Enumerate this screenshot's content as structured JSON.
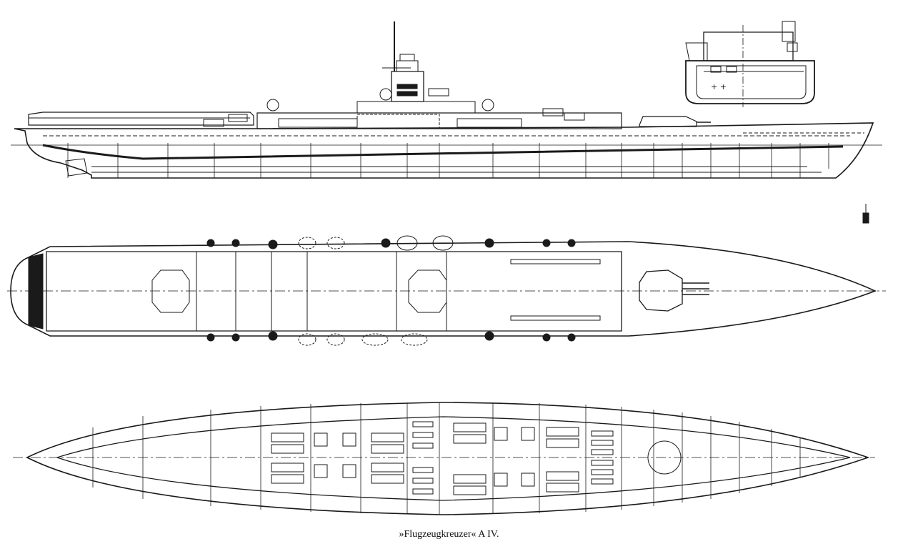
{
  "caption": "»Flugzeugkreuzer« A IV.",
  "colors": {
    "ink": "#1a1a1a",
    "paper": "#ffffff"
  },
  "views": [
    "side-profile",
    "cross-section",
    "deck-plan",
    "lower-deck-plan"
  ]
}
